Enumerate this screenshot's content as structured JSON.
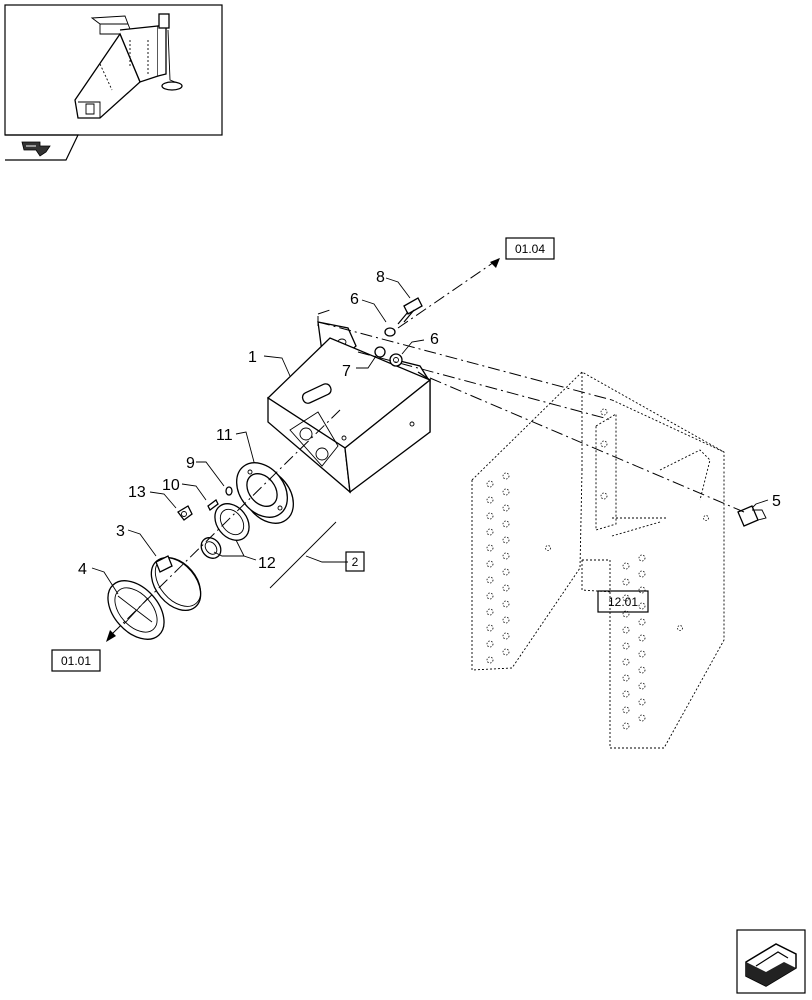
{
  "callouts": {
    "c1": "1",
    "c3": "3",
    "c4": "4",
    "c5": "5",
    "c6": "6",
    "c7": "7",
    "c8": "8",
    "c9": "9",
    "c10": "10",
    "c11": "11",
    "c12": "12",
    "c13": "13"
  },
  "refs": {
    "r0104": "01.04",
    "r2": "2",
    "r1201": "12.01",
    "r0101": "01.01"
  },
  "icons": {
    "thumbnail_tab": "return-arrow-icon",
    "nav_button": "next-arrow-icon"
  }
}
